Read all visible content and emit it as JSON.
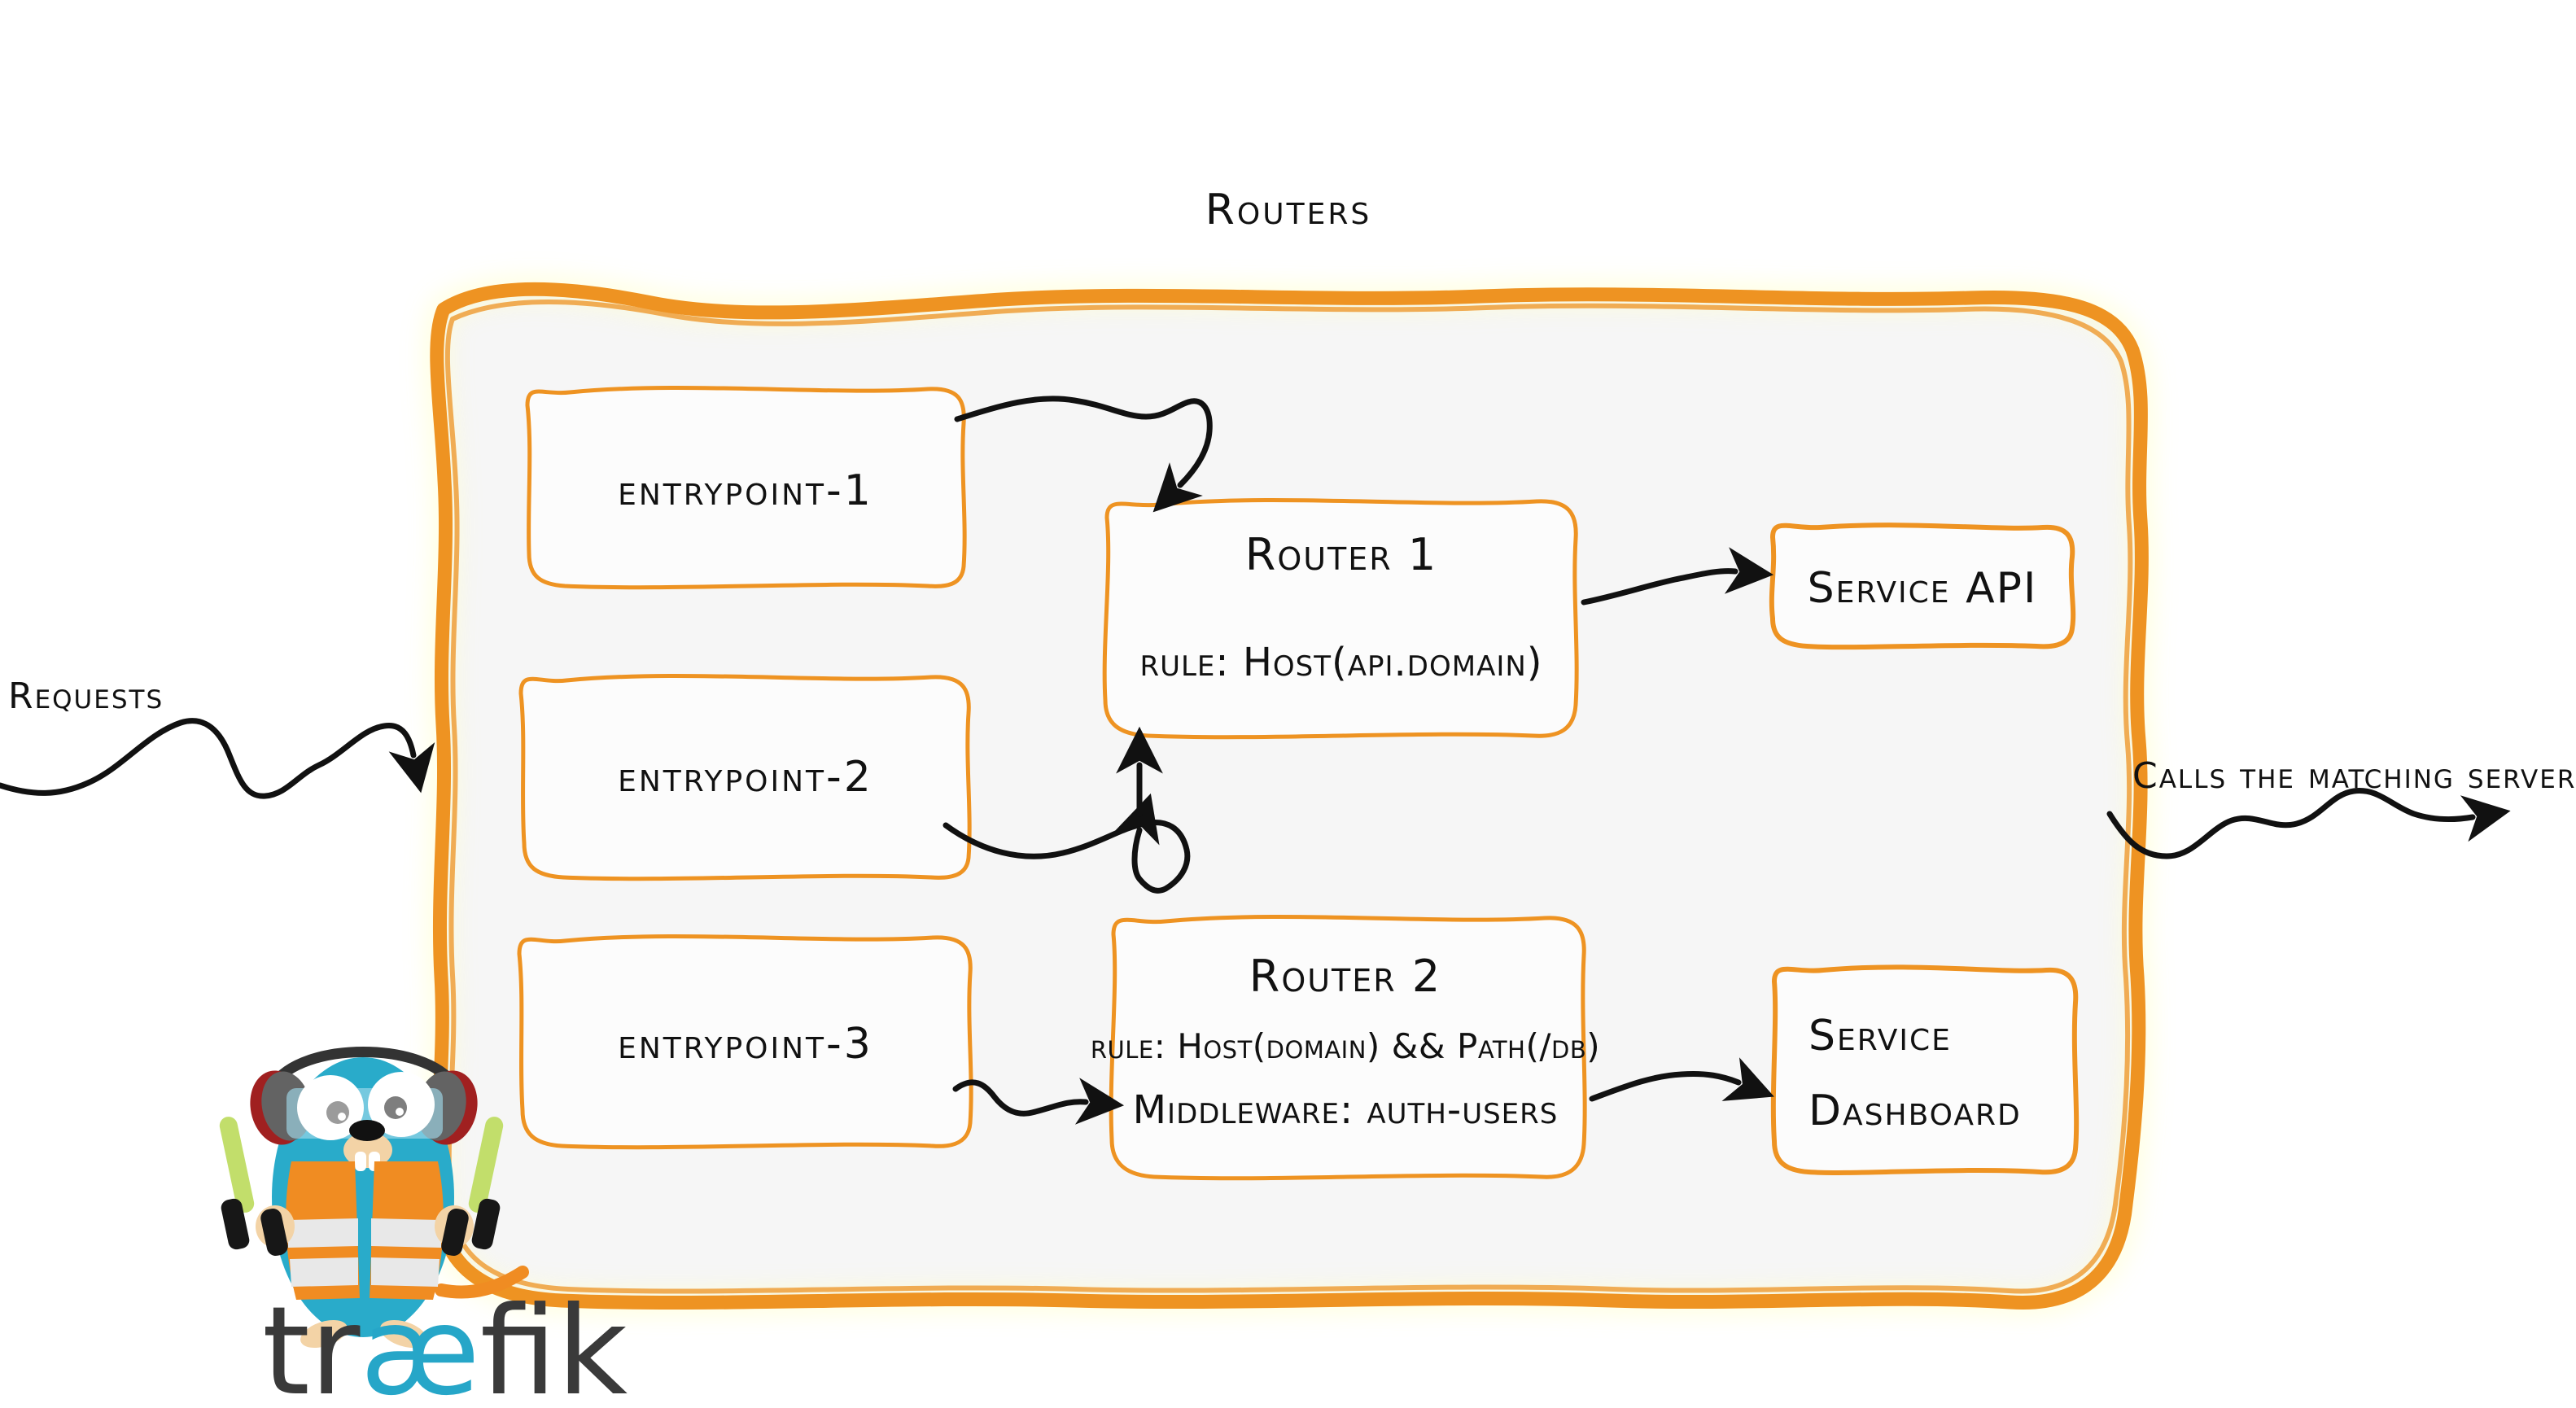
{
  "diagram": {
    "title": "Routers",
    "accent_color": "#EE9322",
    "panel_fill": "#F6F6F6",
    "ink_color": "#111111",
    "box_fill": "#FCFCFC"
  },
  "side_labels": {
    "left": "Requests",
    "right": "Calls the matching server"
  },
  "entrypoints": [
    {
      "label": "entrypoint-1"
    },
    {
      "label": "entrypoint-2"
    },
    {
      "label": "entrypoint-3"
    }
  ],
  "routers": [
    {
      "name": "Router 1",
      "lines": [
        "rule: Host(api.domain)"
      ]
    },
    {
      "name": "Router 2",
      "lines": [
        "rule: Host(domain) && Path(/db)",
        "Middleware: auth-users"
      ]
    }
  ],
  "services": [
    {
      "lines": [
        "Service API"
      ]
    },
    {
      "lines": [
        "Service",
        "Dashboard"
      ]
    }
  ],
  "logo": {
    "name_part1": "tr",
    "name_ligature": "æ",
    "name_part2": "fik",
    "dark_color": "#3A3A3A",
    "cyan_color": "#26A6C8"
  },
  "mascot": {
    "name": "traefik-gopher",
    "body_color": "#29ABCA",
    "vest_color": "#F08C22",
    "stripe_color": "#E8E8E8",
    "ear_muff_color": "#636363",
    "ear_muff_accent": "#A02020",
    "wand_color": "#C2DE6B",
    "snout_color": "#F3D3A6"
  }
}
